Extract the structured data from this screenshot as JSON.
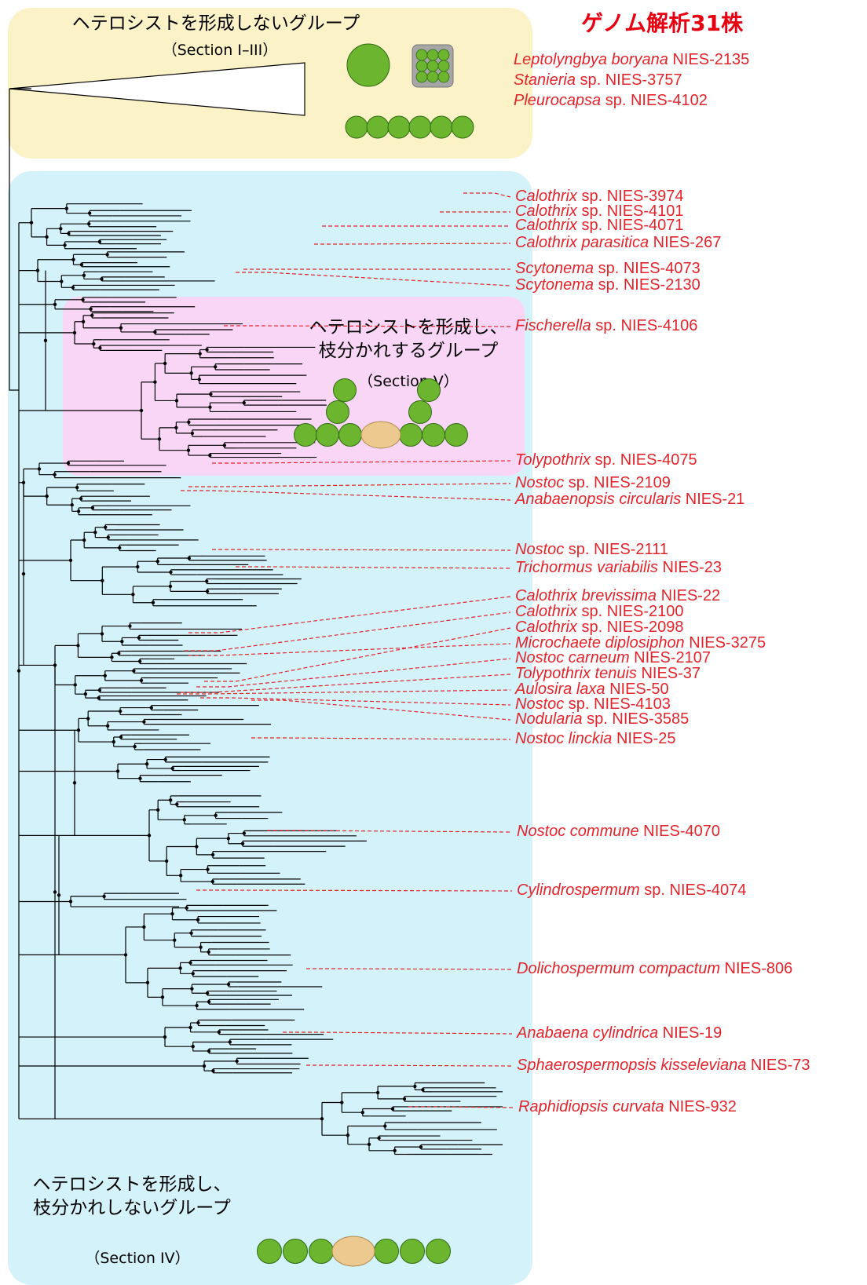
{
  "figure_title": "ゲノム解析31株",
  "groups": {
    "no_heterocyst": {
      "title": "ヘテロシストを形成しないグループ",
      "section": "（Section I–III）"
    },
    "branching": {
      "title_line1": "ヘテロシストを形成し、",
      "title_line2": "枝分かれするグループ",
      "section": "（Section V）"
    },
    "non_branching": {
      "title_line1": "ヘテロシストを形成し、",
      "title_line2": "枝分かれしないグループ",
      "section": "（Section IV）"
    }
  },
  "colors": {
    "yellow_panel": "#fbf3c7",
    "blue_panel": "#d3f2fa",
    "pink_panel": "#f9d6f6",
    "cell_green": "#6cb52f",
    "heterocyst": "#ecc98f",
    "label_red": "#e3242b",
    "title_red": "#e60012"
  },
  "strains": [
    {
      "genus": "Leptolyngbya boryana",
      "rest": " NIES-2135"
    },
    {
      "genus": "Stanieria",
      "rest": " sp. NIES-3757"
    },
    {
      "genus": "Pleurocapsa",
      "rest": " sp. NIES-4102"
    },
    {
      "genus": "Calothrix",
      "rest": " sp. NIES-3974"
    },
    {
      "genus": "Calothrix",
      "rest": " sp. NIES-4101"
    },
    {
      "genus": "Calothrix",
      "rest": " sp. NIES-4071"
    },
    {
      "genus": "Calothrix parasitica",
      "rest": " NIES-267"
    },
    {
      "genus": "Scytonema",
      "rest": " sp. NIES-4073"
    },
    {
      "genus": "Scytonema",
      "rest": " sp. NIES-2130"
    },
    {
      "genus": "Fischerella",
      "rest": " sp. NIES-4106"
    },
    {
      "genus": "Tolypothrix",
      "rest": " sp. NIES-4075"
    },
    {
      "genus": "Nostoc",
      "rest": " sp. NIES-2109"
    },
    {
      "genus": "Anabaenopsis circularis",
      "rest": " NIES-21"
    },
    {
      "genus": "Nostoc",
      "rest": " sp. NIES-2111"
    },
    {
      "genus": "Trichormus variabilis",
      "rest": " NIES-23"
    },
    {
      "genus": "Calothrix brevissima",
      "rest": " NIES-22"
    },
    {
      "genus": "Calothrix",
      "rest": " sp. NIES-2100"
    },
    {
      "genus": "Calothrix",
      "rest": " sp. NIES-2098"
    },
    {
      "genus": "Microchaete diplosiphon",
      "rest": " NIES-3275"
    },
    {
      "genus": "Nostoc carneum",
      "rest": " NIES-2107"
    },
    {
      "genus": "Tolypothrix tenuis",
      "rest": " NIES-37"
    },
    {
      "genus": "Aulosira laxa",
      "rest": " NIES-50"
    },
    {
      "genus": "Nostoc",
      "rest": " sp. NIES-4103"
    },
    {
      "genus": "Nodularia",
      "rest": " sp. NIES-3585"
    },
    {
      "genus": "Nostoc linckia",
      "rest": " NIES-25"
    },
    {
      "genus": "Nostoc commune",
      "rest": " NIES-4070"
    },
    {
      "genus": "Cylindrospermum",
      "rest": " sp. NIES-4074"
    },
    {
      "genus": "Dolichospermum compactum",
      "rest": " NIES-806"
    },
    {
      "genus": "Anabaena cylindrica",
      "rest": " NIES-19"
    },
    {
      "genus": "Sphaerospermopsis kisseleviana",
      "rest": " NIES-73"
    },
    {
      "genus": "Raphidiopsis curvata",
      "rest": " NIES-932"
    }
  ]
}
